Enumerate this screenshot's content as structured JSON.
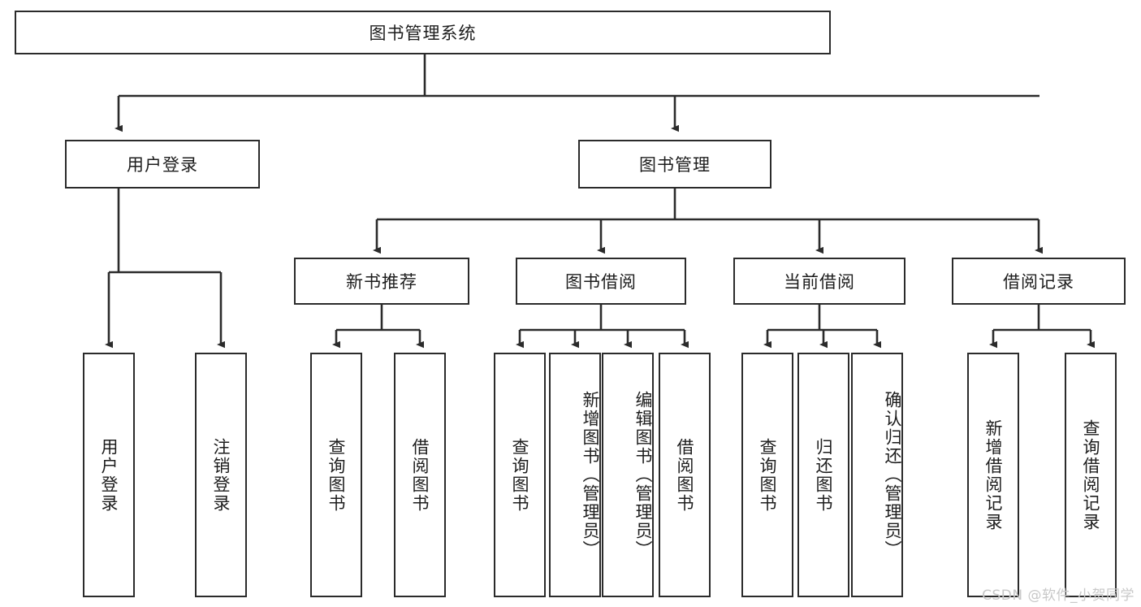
{
  "diagram": {
    "title": "图书管理系统",
    "type": "functional-structure-tree",
    "root": {
      "id": "root",
      "label": "图书管理系统"
    },
    "level2": [
      {
        "id": "user-login",
        "label": "用户登录"
      },
      {
        "id": "book-management",
        "label": "图书管理"
      }
    ],
    "level3": [
      {
        "id": "new-book-recommend",
        "label": "新书推荐"
      },
      {
        "id": "book-borrow",
        "label": "图书借阅"
      },
      {
        "id": "current-borrow",
        "label": "当前借阅"
      },
      {
        "id": "borrow-record",
        "label": "借阅记录"
      }
    ],
    "leaves": {
      "user-login": [
        {
          "id": "leaf-user-login",
          "label": "用户登录",
          "align": "center"
        },
        {
          "id": "leaf-logout-login",
          "label": "注销登录",
          "align": "center"
        }
      ],
      "new-book-recommend": [
        {
          "id": "leaf-query-book-1",
          "label": "查询图书",
          "align": "center"
        },
        {
          "id": "leaf-borrow-book-1",
          "label": "借阅图书",
          "align": "center"
        }
      ],
      "book-borrow": [
        {
          "id": "leaf-query-book-2",
          "label": "查询图书",
          "align": "center"
        },
        {
          "id": "leaf-add-book-admin",
          "label": "新增图书（管理员）",
          "align": "top"
        },
        {
          "id": "leaf-edit-book-admin",
          "label": "编辑图书（管理员）",
          "align": "top"
        },
        {
          "id": "leaf-borrow-book-2",
          "label": "借阅图书",
          "align": "center"
        }
      ],
      "current-borrow": [
        {
          "id": "leaf-query-book-3",
          "label": "查询图书",
          "align": "center"
        },
        {
          "id": "leaf-return-book",
          "label": "归还图书",
          "align": "center"
        },
        {
          "id": "leaf-confirm-return-admin",
          "label": "确认归还（管理员）",
          "align": "top"
        }
      ],
      "borrow-record": [
        {
          "id": "leaf-add-borrow-record",
          "label": "新增借阅记录",
          "align": "center"
        },
        {
          "id": "leaf-query-borrow-record",
          "label": "查询借阅记录",
          "align": "center"
        }
      ]
    },
    "watermark": "CSDN @软件_小贺同学",
    "colors": {
      "border": "#2b2b2b",
      "background": "#ffffff",
      "text": "#1d1d1d",
      "connector": "#2b2b2b",
      "watermark": "#c8c8c8"
    }
  }
}
